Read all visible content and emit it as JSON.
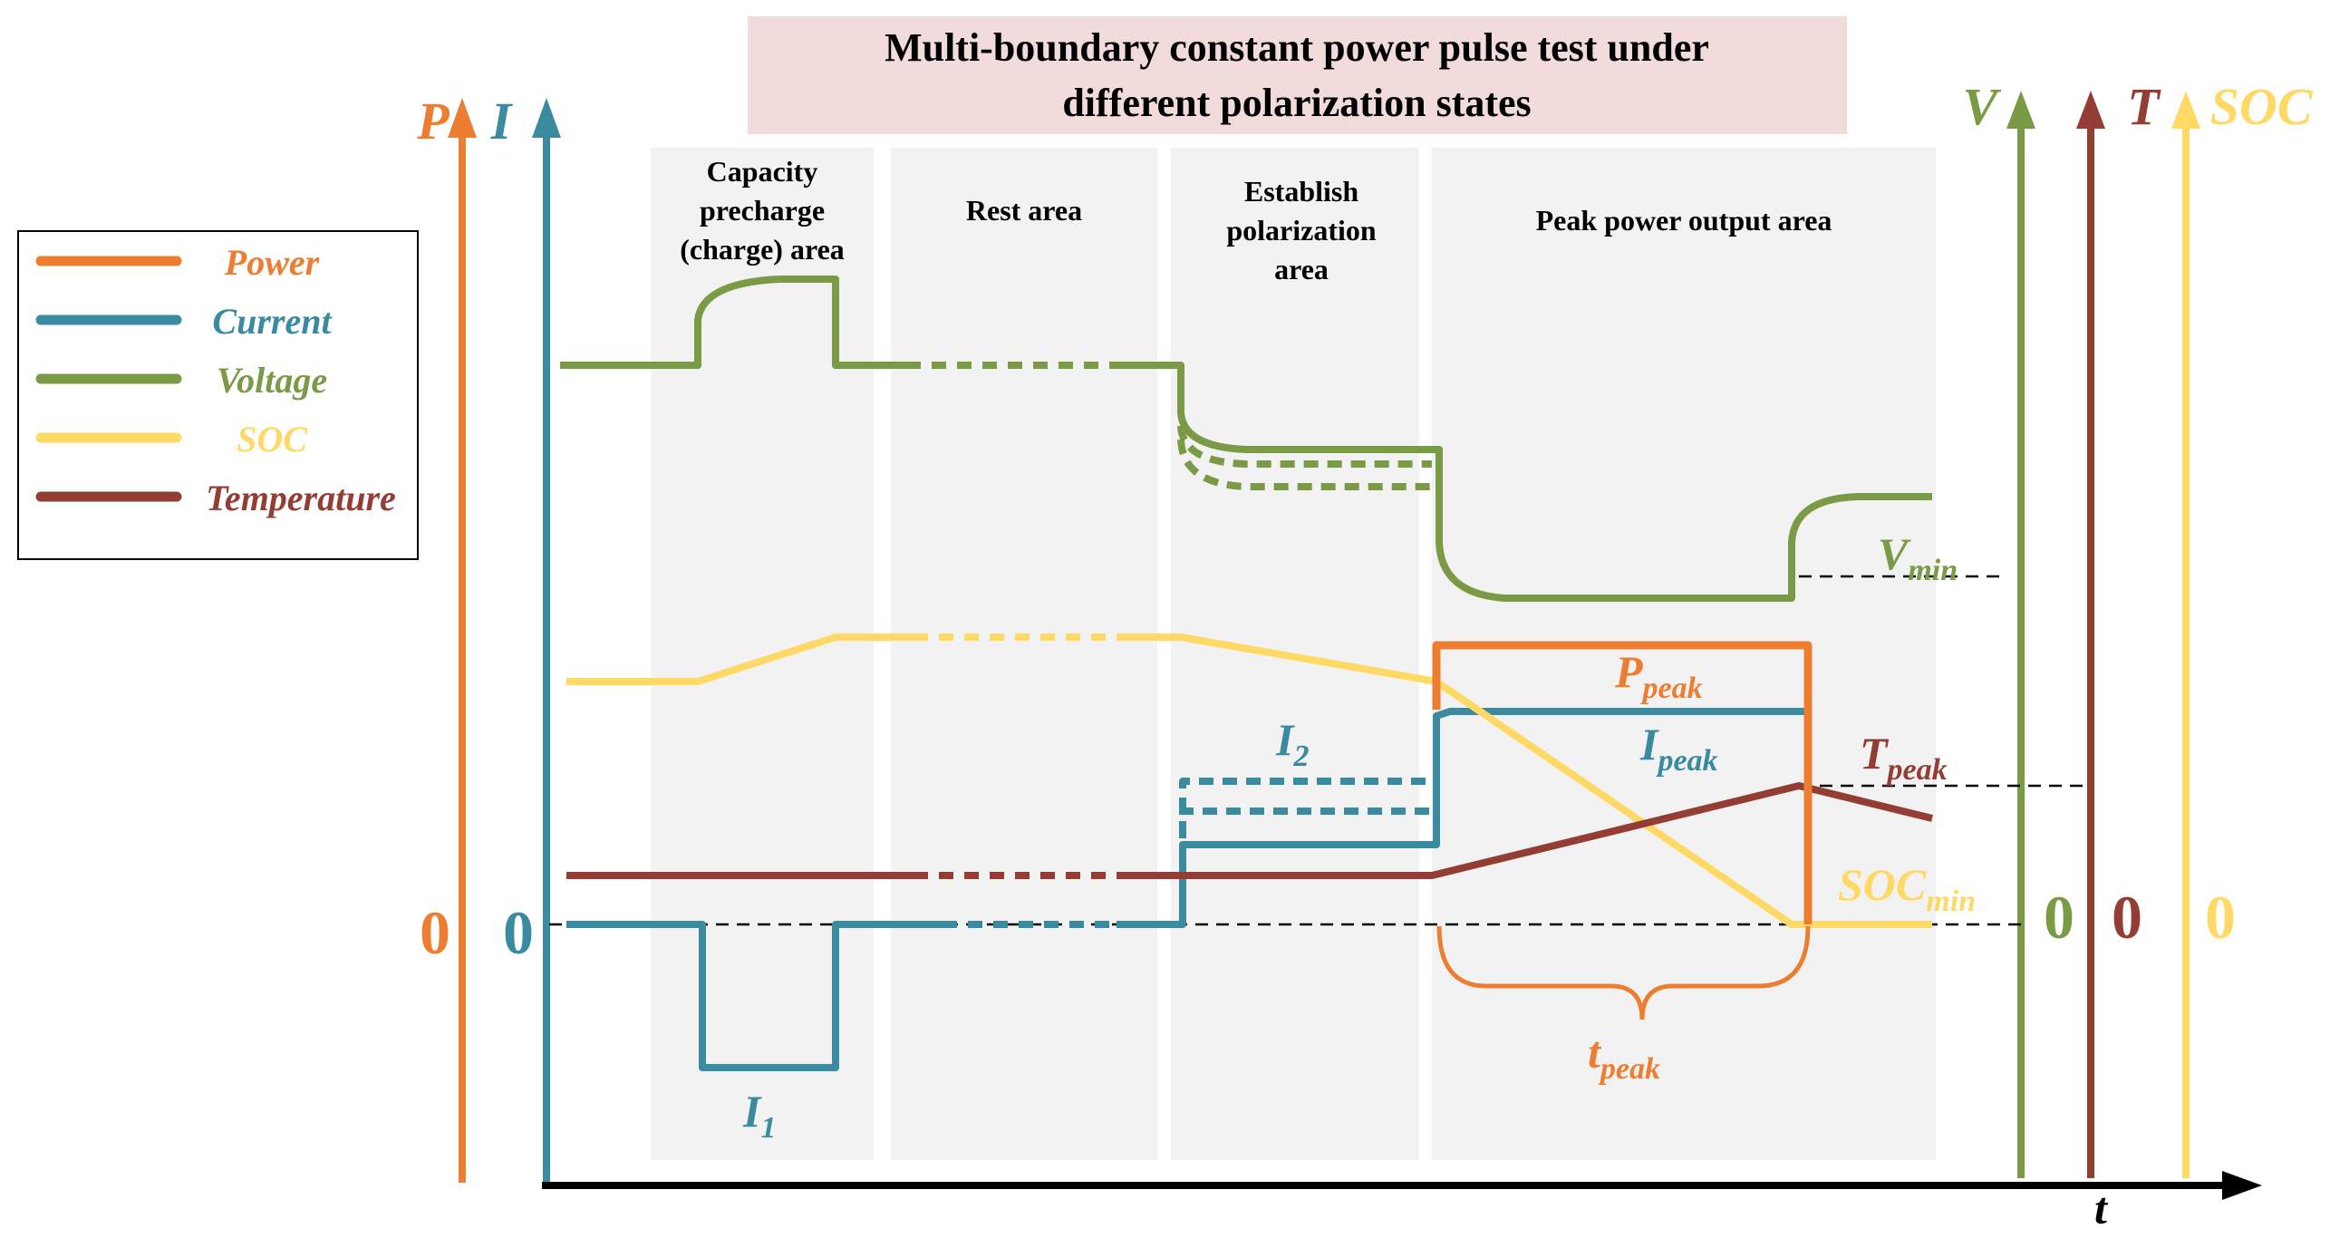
{
  "title": {
    "line1": "Multi-boundary constant power pulse test under",
    "line2": "different polarization states"
  },
  "legend": [
    {
      "label": "Power",
      "color": "#ED7D31"
    },
    {
      "label": "Current",
      "color": "#3A8AA0"
    },
    {
      "label": "Voltage",
      "color": "#7A9A45"
    },
    {
      "label": "SOC",
      "color": "#FFD966"
    },
    {
      "label": "Temperature",
      "color": "#943D34"
    }
  ],
  "colors": {
    "power": "#ED7D31",
    "current": "#3A8AA0",
    "voltage": "#7A9A45",
    "soc": "#FFD966",
    "temperature": "#943D34",
    "title_bg": "#F2DCDB",
    "region_bg": "#F2F2F2"
  },
  "regions": {
    "precharge": [
      "Capacity",
      "precharge",
      "(charge) area"
    ],
    "rest": [
      "Rest area"
    ],
    "polarization": [
      "Establish",
      "polarization",
      "area"
    ],
    "peak": [
      "Peak power output area"
    ]
  },
  "axes": {
    "p": {
      "main": "P",
      "zero": "0"
    },
    "i": {
      "main": "I",
      "zero": "0"
    },
    "v": {
      "main": "V",
      "zero": "0"
    },
    "t": {
      "main": "T",
      "zero": "0"
    },
    "soc": {
      "main": "SOC",
      "zero": "0"
    },
    "time": {
      "main": "t"
    }
  },
  "annotations": {
    "vmin": {
      "main": "V",
      "sub": "min"
    },
    "ppeak": {
      "main": "P",
      "sub": "peak"
    },
    "ipeak": {
      "main": "I",
      "sub": "peak"
    },
    "tpeak_temp": {
      "main": "T",
      "sub": "peak"
    },
    "socmin": {
      "main": "SOC",
      "sub": "min"
    },
    "i1": {
      "main": "I",
      "sub": "1"
    },
    "i2": {
      "main": "I",
      "sub": "2"
    },
    "tpeak_time": {
      "main": "t",
      "sub": "peak"
    }
  }
}
